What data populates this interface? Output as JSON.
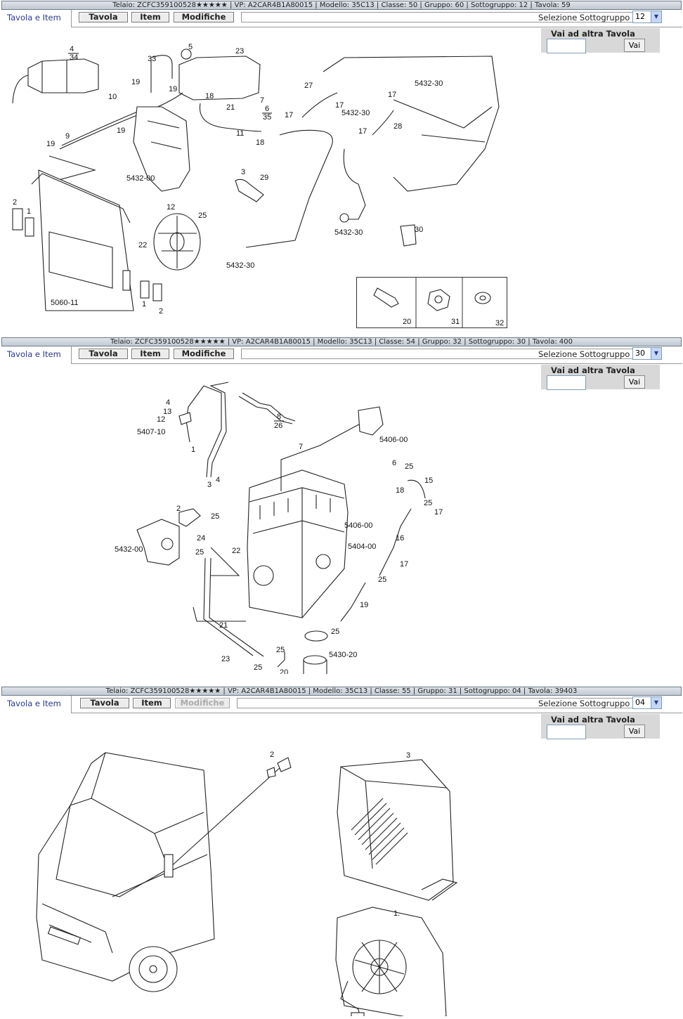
{
  "panels": [
    {
      "header": "Telaio: ZCFC359100528★★★★★ | VP: A2CAR4B1A80015 | Modello: 35C13 | Classe: 50 | Gruppo: 60 | Sottogruppo: 12 | Tavola: 59",
      "tab_label": "Tavola e Item",
      "btn_tavola": "Tavola",
      "btn_item": "Item",
      "btn_modifiche": "Modifiche",
      "modifiche_enabled": true,
      "sel_label": "Selezione Sottogruppo",
      "sel_value": "12",
      "vai_title": "Vai ad altra Tavola",
      "vai_button": "Vai",
      "vai_input": "",
      "callouts": [
        "4",
        "34",
        "33",
        "5",
        "23",
        "19",
        "19",
        "18",
        "7",
        "21",
        "6",
        "35",
        "27",
        "17",
        "5432-30",
        "17",
        "5432-30",
        "10",
        "17",
        "11",
        "18",
        "9",
        "19",
        "19",
        "28",
        "5432-00",
        "3",
        "29",
        "2",
        "1",
        "12",
        "25",
        "22",
        "5432-30",
        "5432-30",
        "30",
        "5060-11",
        "1",
        "2"
      ],
      "inset_labels": [
        "20",
        "31",
        "32"
      ]
    },
    {
      "header": "Telaio: ZCFC359100528★★★★★ | VP: A2CAR4B1A80015 | Modello: 35C13 | Classe: 54 | Gruppo: 32 | Sottogruppo: 30 | Tavola: 400",
      "tab_label": "Tavola e Item",
      "btn_tavola": "Tavola",
      "btn_item": "Item",
      "btn_modifiche": "Modifiche",
      "modifiche_enabled": true,
      "sel_label": "Selezione Sottogruppo",
      "sel_value": "30",
      "vai_title": "Vai ad altra Tavola",
      "vai_button": "Vai",
      "vai_input": "",
      "callouts": [
        "4",
        "13",
        "12",
        "5407-10",
        "8",
        "26",
        "7",
        "5406-00",
        "1",
        "6",
        "25",
        "15",
        "3",
        "4",
        "18",
        "2",
        "25",
        "25",
        "17",
        "24",
        "5406-00",
        "5404-00",
        "16",
        "5432-00",
        "22",
        "25",
        "17",
        "25",
        "19",
        "21",
        "25",
        "5430-20",
        "23",
        "25",
        "20"
      ]
    },
    {
      "header": "Telaio: ZCFC359100528★★★★★ | VP: A2CAR4B1A80015 | Modello: 35C13 | Classe: 55 | Gruppo: 31 | Sottogruppo: 04 | Tavola: 39403",
      "tab_label": "Tavola e Item",
      "btn_tavola": "Tavola",
      "btn_item": "Item",
      "btn_modifiche": "Modifiche",
      "modifiche_enabled": false,
      "sel_label": "Selezione Sottogruppo",
      "sel_value": "04",
      "vai_title": "Vai ad altra Tavola",
      "vai_button": "Vai",
      "vai_input": "",
      "callouts": [
        "2",
        "3",
        "1."
      ]
    }
  ]
}
